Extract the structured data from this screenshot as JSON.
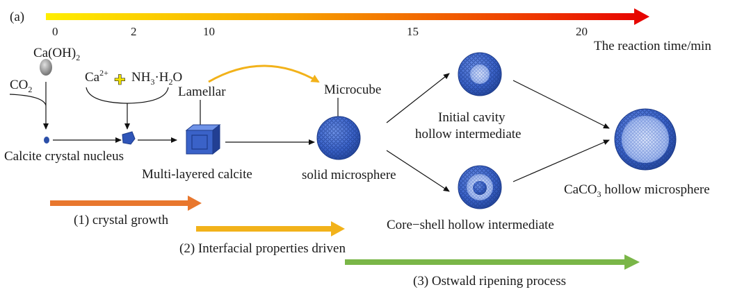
{
  "panel_label": "(a)",
  "timeline": {
    "ticks": [
      "0",
      "2",
      "10",
      "15",
      "20"
    ],
    "axis_label": "The reaction time/min",
    "gradient": [
      "#ffee00",
      "#f7a400",
      "#ee3a00",
      "#e60000"
    ]
  },
  "reactants": {
    "caoh2": {
      "text": "Ca(OH)",
      "sub": "2"
    },
    "co2": {
      "text": "CO",
      "sub": "2"
    },
    "ca": {
      "text": "Ca",
      "sup": "2+"
    },
    "plus_sign": "✚",
    "nh3": {
      "a": "NH",
      "s1": "3",
      "b": "·H",
      "s2": "2",
      "c": "O"
    }
  },
  "labels": {
    "lamellar": "Lamellar",
    "microcube": "Microcube",
    "nucleus": "Calcite crystal nucleus",
    "multi_layered": "Multi-layered calcite",
    "solid": "solid microsphere",
    "initial_cavity_1": "Initial cavity",
    "initial_cavity_2": "hollow intermediate",
    "core_shell": "Core−shell hollow intermediate",
    "hollow": {
      "a": "CaCO",
      "sub": "3",
      "b": " hollow microsphere"
    }
  },
  "processes": [
    {
      "label": "(1) crystal growth",
      "color": "#e8772e"
    },
    {
      "label": "(2) Interfacial properties driven",
      "color": "#f2b21a"
    },
    {
      "label": "(3) Ostwald ripening process",
      "color": "#7ab648"
    }
  ],
  "colors": {
    "particle": "#3a62c8",
    "particle_dark": "#1f3f8f",
    "gray_particle": "#8c8c8c",
    "plus": "#f0e000"
  }
}
